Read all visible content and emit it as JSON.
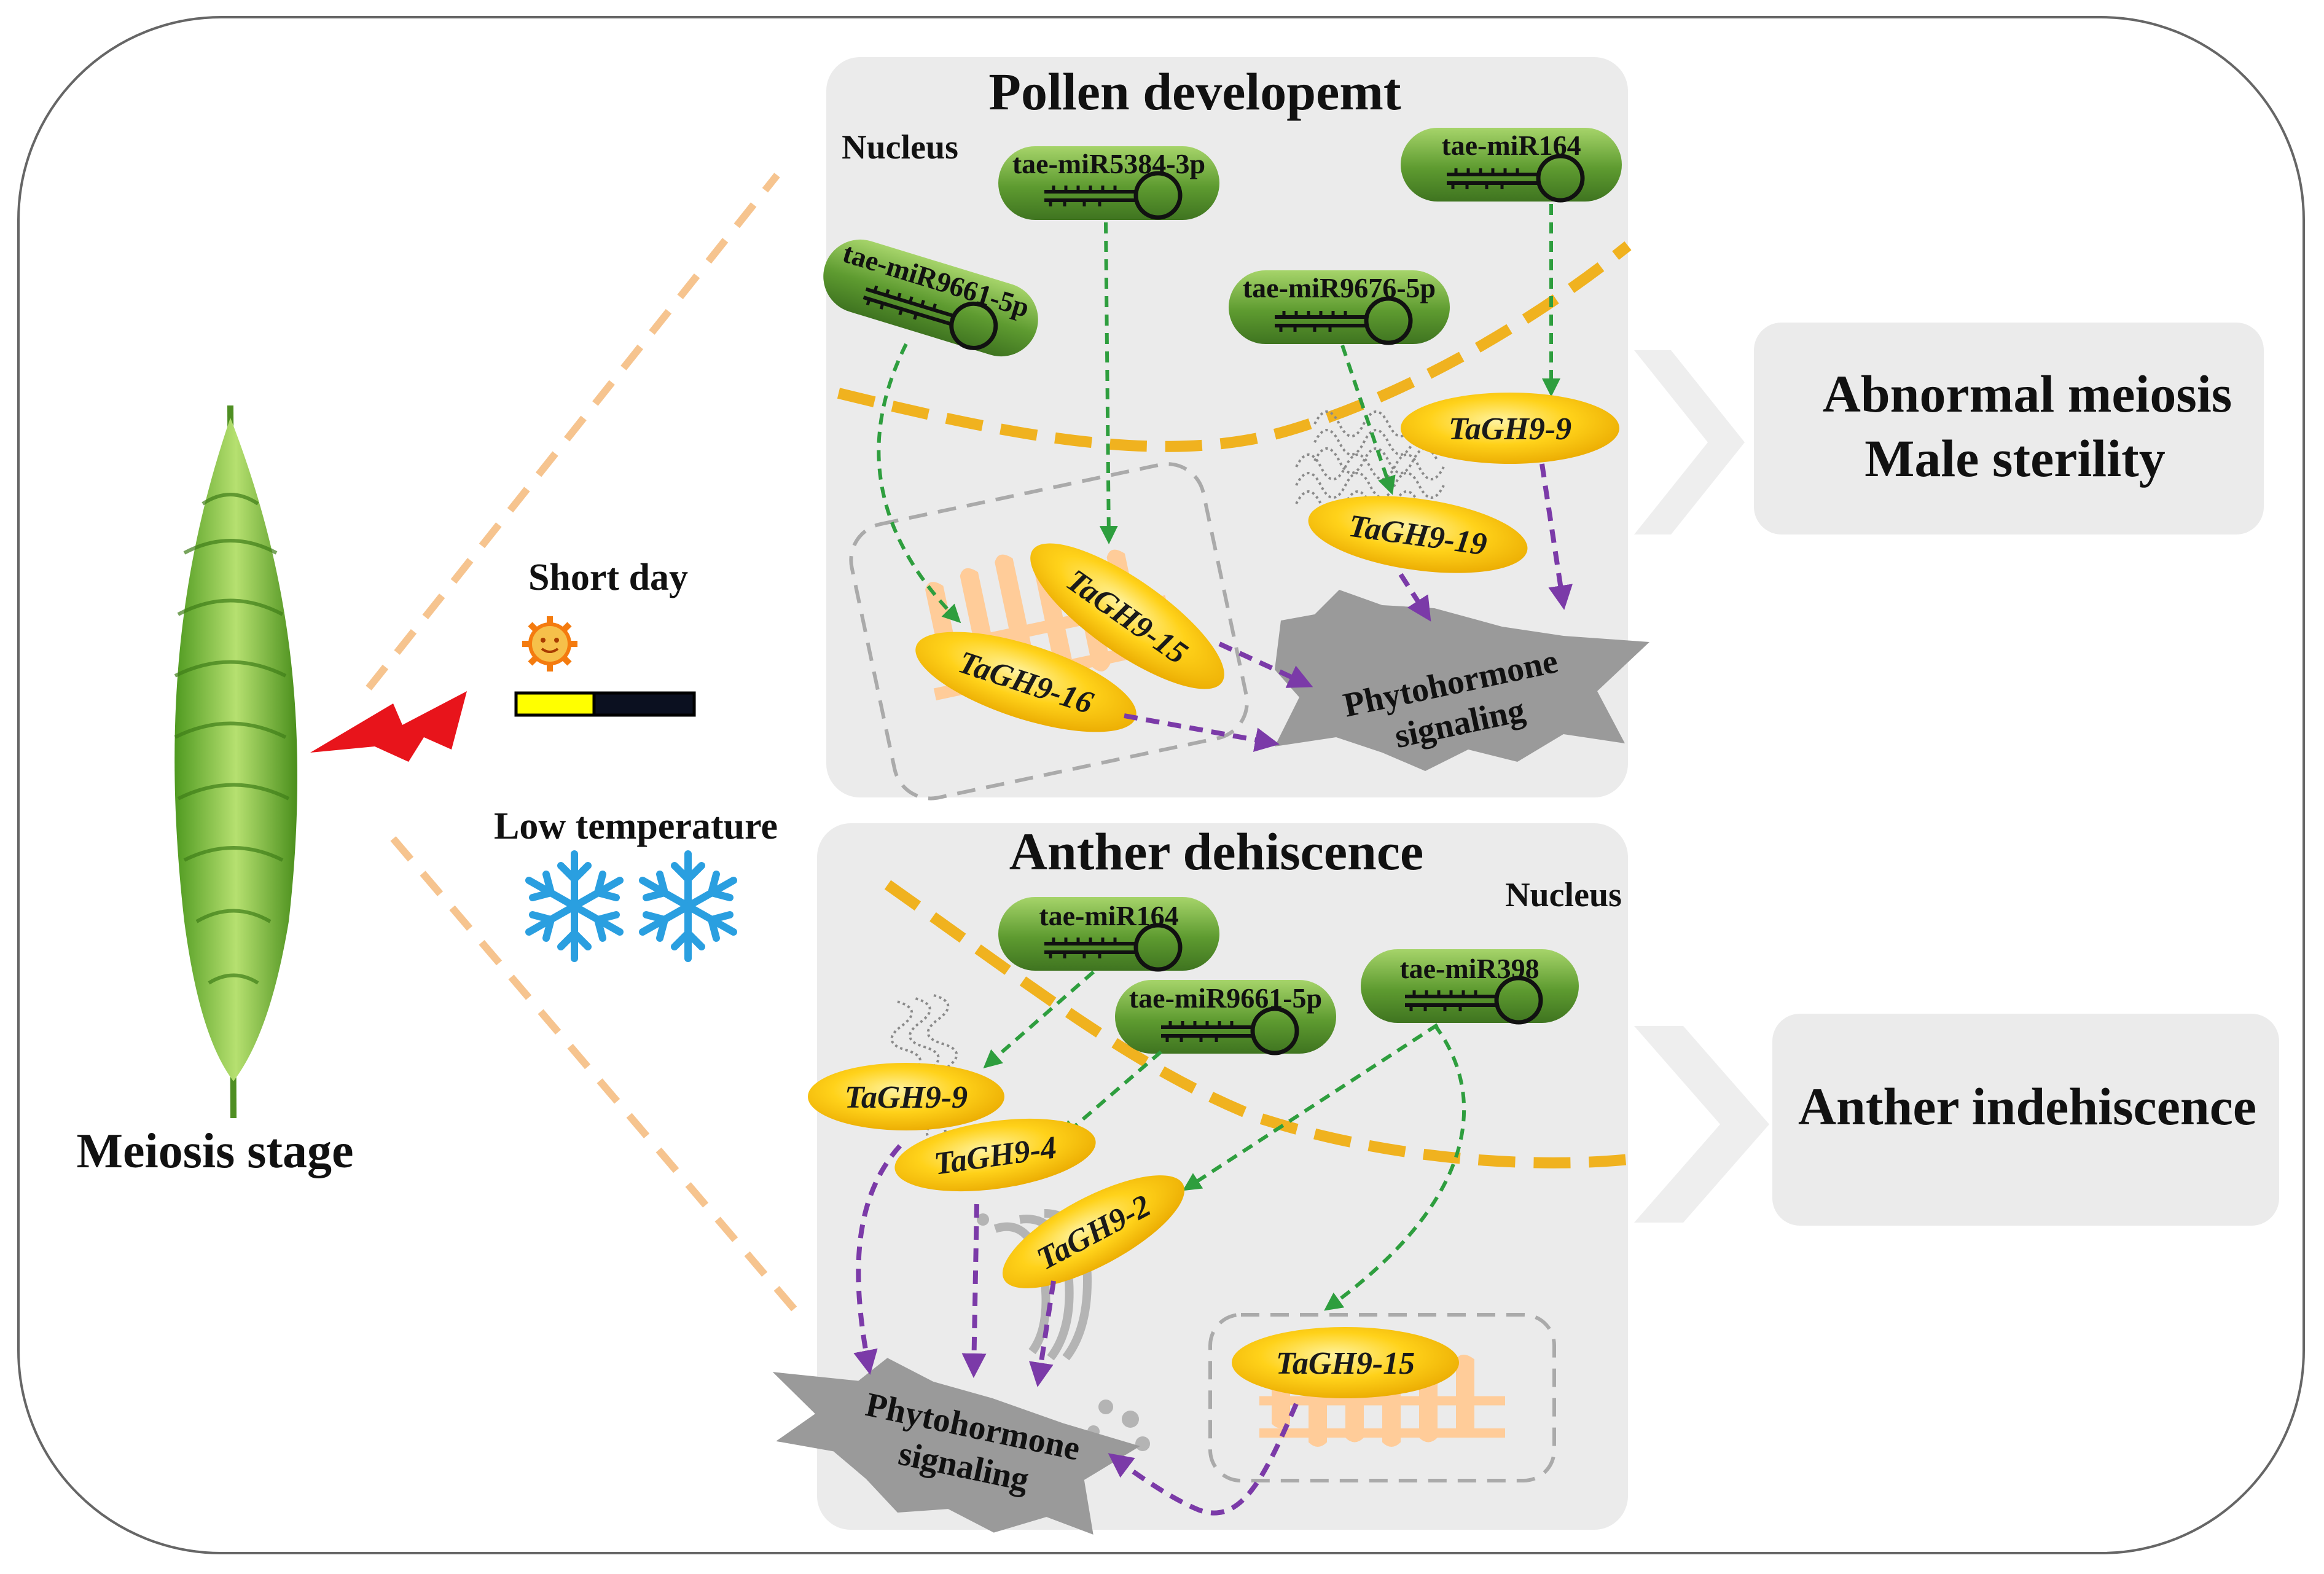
{
  "left": {
    "stage_label": "Meiosis stage",
    "short_day_label": "Short day",
    "low_temp_label": "Low temperature"
  },
  "pollen_panel": {
    "title": "Pollen developemt",
    "nucleus_label": "Nucleus",
    "mirnas": [
      "tae-miR5384-3p",
      "tae-miR164",
      "tae-miR9661-5p",
      "tae-miR9676-5p"
    ],
    "genes": [
      "TaGH9-9",
      "TaGH9-19",
      "TaGH9-15",
      "TaGH9-16"
    ],
    "signal_line1": "Phytohormone",
    "signal_line2": "signaling"
  },
  "anther_panel": {
    "title": "Anther dehiscence",
    "nucleus_label": "Nucleus",
    "mirnas": [
      "tae-miR164",
      "tae-miR9661-5p",
      "tae-miR398"
    ],
    "genes": [
      "TaGH9-9",
      "TaGH9-4",
      "TaGH9-2",
      "TaGH9-15"
    ],
    "signal_line1": "Phytohormone",
    "signal_line2": "signaling"
  },
  "outcomes": {
    "pollen_line1": "Abnormal meiosis",
    "pollen_line2": "Male sterility",
    "anther": "Anther indehiscence"
  },
  "colors": {
    "mirna_green": "#6aa83a",
    "gene_yellow": "#f7c500",
    "nucleus_dash": "#f0b21f",
    "regulation_arrow": "#2e9e3e",
    "signal_arrow": "#7b3aa8",
    "signal_star": "#9a9a9a",
    "lightning": "#e8141b",
    "snowflake": "#2a9fe0",
    "mito_orange": "#ffcc99"
  },
  "icons": [
    "wheat-spike-icon",
    "lightning-icon",
    "sun-icon",
    "moon-icon",
    "snowflake-icon",
    "hairpin-icon",
    "endoplasmic-reticulum-icon",
    "mitochondrion-icon"
  ]
}
